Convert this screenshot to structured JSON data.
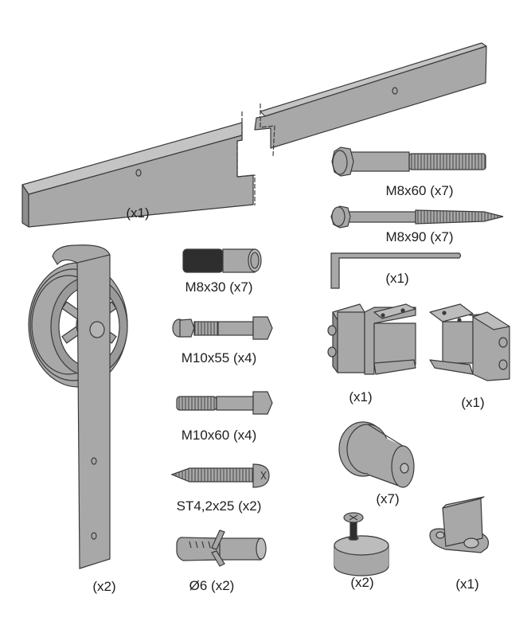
{
  "diagram": {
    "title": "Sliding barn door hardware kit – parts list",
    "colors": {
      "fill": "#a8a8a8",
      "fill_light": "#bcbcbc",
      "fill_dark": "#8e8e8e",
      "stroke": "#3a3a3a",
      "thread_dark": "#2e2e2e"
    },
    "parts": [
      {
        "id": "track-rail",
        "name": "Track rail",
        "label": "(x1)"
      },
      {
        "id": "hex-bolt-m8x60",
        "name": "Hex bolt",
        "label": "M8x60 (x7)"
      },
      {
        "id": "lag-screw-m8x90",
        "name": "Hex lag screw",
        "label": "M8x90 (x7)"
      },
      {
        "id": "allen-key",
        "name": "Allen key",
        "label": "(x1)"
      },
      {
        "id": "hanger-roller",
        "name": "Hanger strap with wheel",
        "label": "(x2)"
      },
      {
        "id": "spacer-bolt-m8x30",
        "name": "Spacer bolt",
        "label": "M8x30 (x7)"
      },
      {
        "id": "bolt-m10x55",
        "name": "Bolt with nut",
        "label": "M10x55 (x4)"
      },
      {
        "id": "bolt-m10x60",
        "name": "Bolt",
        "label": "M10x60 (x4)"
      },
      {
        "id": "wood-screw-st42x25",
        "name": "Wood screw",
        "label": "ST4,2x25 (x2)"
      },
      {
        "id": "wall-anchor",
        "name": "Wall anchor",
        "label": "Ø6 (x2)"
      },
      {
        "id": "stopper-left",
        "name": "Rail stopper (left)",
        "label": "(x1)"
      },
      {
        "id": "stopper-right",
        "name": "Rail stopper (right)",
        "label": "(x1)"
      },
      {
        "id": "wall-spacer",
        "name": "Wall spacer",
        "label": "(x7)"
      },
      {
        "id": "anti-jump-disc",
        "name": "Anti-jump disc with screw",
        "label": "(x2)"
      },
      {
        "id": "floor-guide",
        "name": "Floor guide",
        "label": "(x1)"
      }
    ]
  }
}
